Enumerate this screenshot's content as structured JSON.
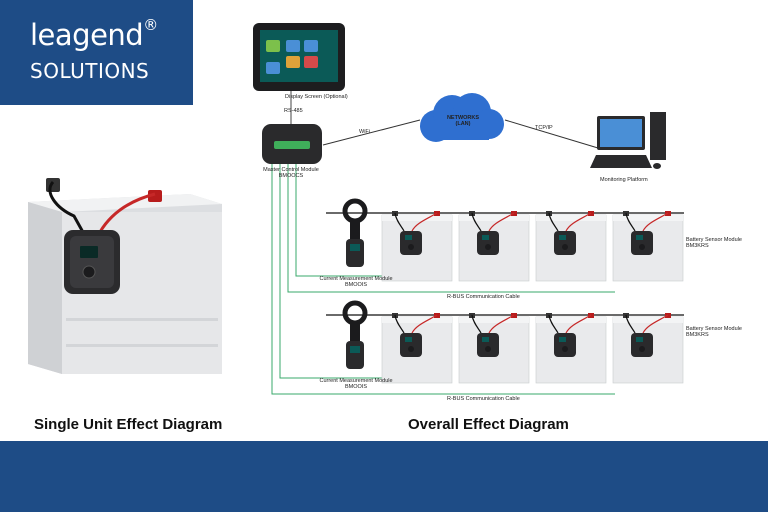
{
  "brand": {
    "name": "leagend",
    "mark": "®",
    "subtitle": "SOLUTIONS",
    "color": "#1e4c86"
  },
  "captions": {
    "single": "Single Unit Effect Diagram",
    "overall": "Overall Effect Diagram"
  },
  "labels": {
    "display": "Display Screen (Optional)",
    "rs485": "RS-485",
    "master_name": "Master Control Module",
    "master_code": "BMOOCS",
    "wifi": "WiFi",
    "networks_1": "NETWORKS",
    "networks_2": "(LAN)",
    "tcpip": "TCP/IP",
    "monitoring": "Monitoring Platform",
    "battery_sensor_name": "Battery Sensor Module",
    "battery_sensor_code": "BM3KRS",
    "current_name": "Current Measurement Module",
    "current_code": "BMOOIS",
    "rbus": "R-BUS Communication Cable"
  },
  "icons": [
    "display-screen-icon",
    "master-control-module-icon",
    "cloud-icon",
    "computer-icon",
    "battery-icon",
    "current-clamp-icon",
    "sensor-module-icon"
  ],
  "colors": {
    "cable_red": "#c62828",
    "cable_green": "#3aa86b",
    "battery": "#e9eaec"
  }
}
